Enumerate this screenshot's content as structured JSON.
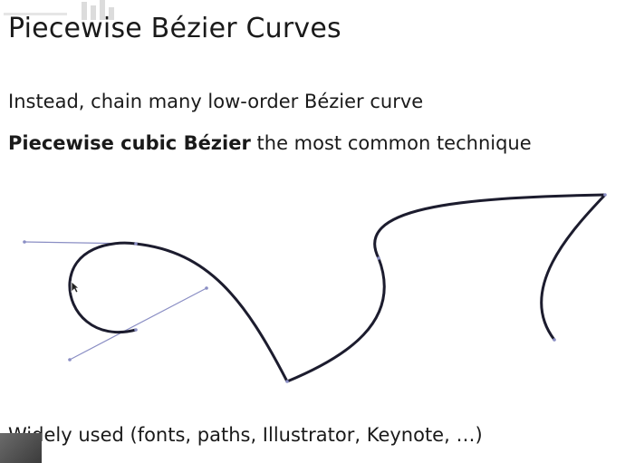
{
  "slide": {
    "title": "Piecewise Bézier Curves",
    "line1": "Instead, chain many low-order Bézier curve",
    "line2_bold": "Piecewise cubic Bézier",
    "line2_rest": " the most common technique",
    "bottom_line": "Widely used (fonts, paths, Illustrator, Keynote, …)"
  },
  "colors": {
    "curve": "#1c1c2e",
    "handle": "#8a8ec4",
    "text": "#1a1a1a",
    "watermark": "#d9d9d9"
  },
  "icons": {
    "cursor": "arrow-cursor-icon",
    "watermark": "watermark-logo",
    "video": "video-thumbnail"
  }
}
